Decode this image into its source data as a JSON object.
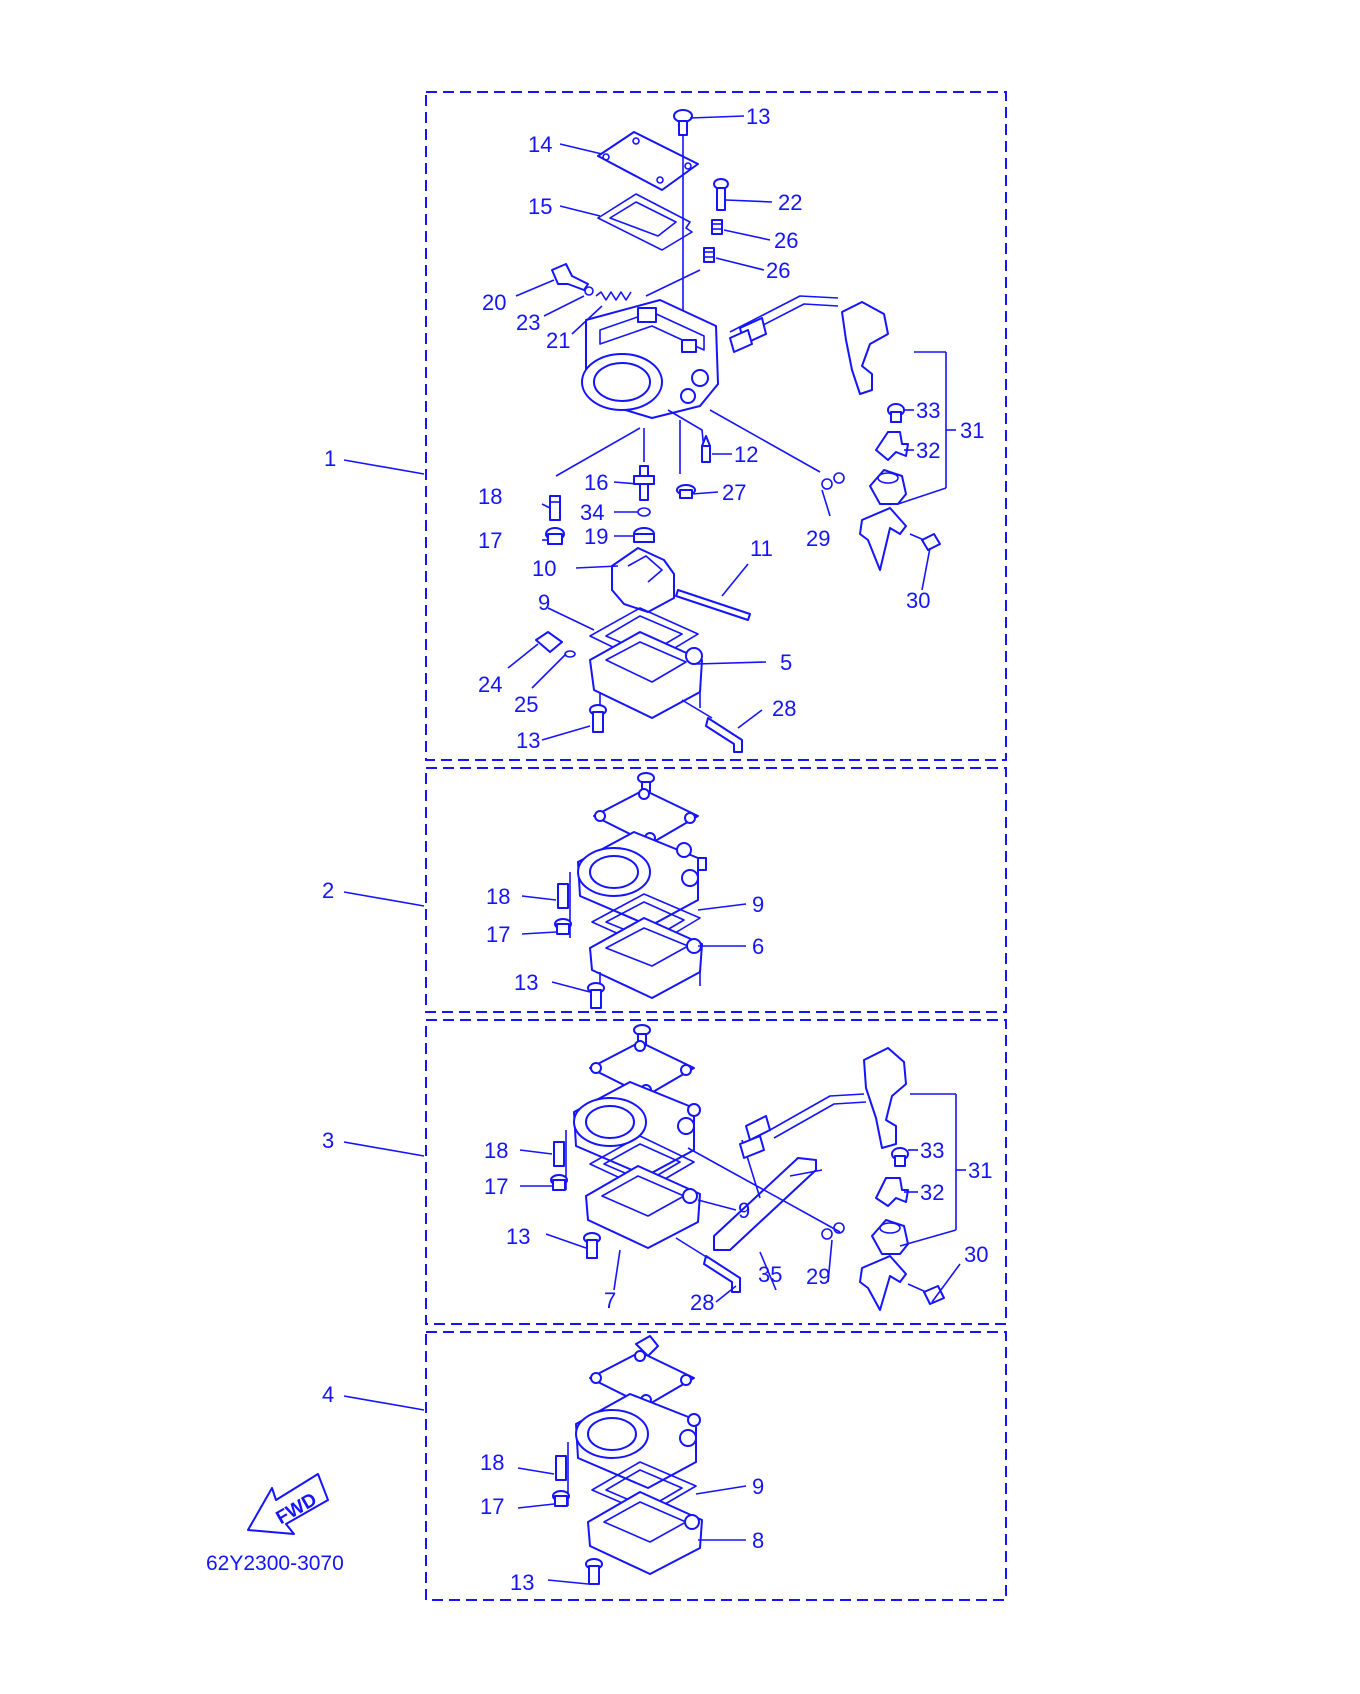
{
  "diagram": {
    "drawing_code": "62Y2300-3070",
    "fwd_label": "FWD",
    "colors": {
      "ink": "#1414ff",
      "background": "#ffffff"
    },
    "group_labels": [
      "1",
      "2",
      "3",
      "4"
    ],
    "part_labels": {
      "g1": [
        "13",
        "14",
        "15",
        "22",
        "26",
        "26",
        "20",
        "23",
        "21",
        "12",
        "33",
        "31",
        "32",
        "16",
        "27",
        "18",
        "34",
        "29",
        "17",
        "19",
        "11",
        "10",
        "30",
        "9",
        "5",
        "24",
        "25",
        "28",
        "13"
      ],
      "g2": [
        "18",
        "9",
        "17",
        "6",
        "13"
      ],
      "g3": [
        "18",
        "33",
        "31",
        "17",
        "32",
        "9",
        "30",
        "13",
        "35",
        "29",
        "7",
        "28"
      ],
      "g4": [
        "18",
        "9",
        "17",
        "8",
        "13"
      ]
    }
  }
}
